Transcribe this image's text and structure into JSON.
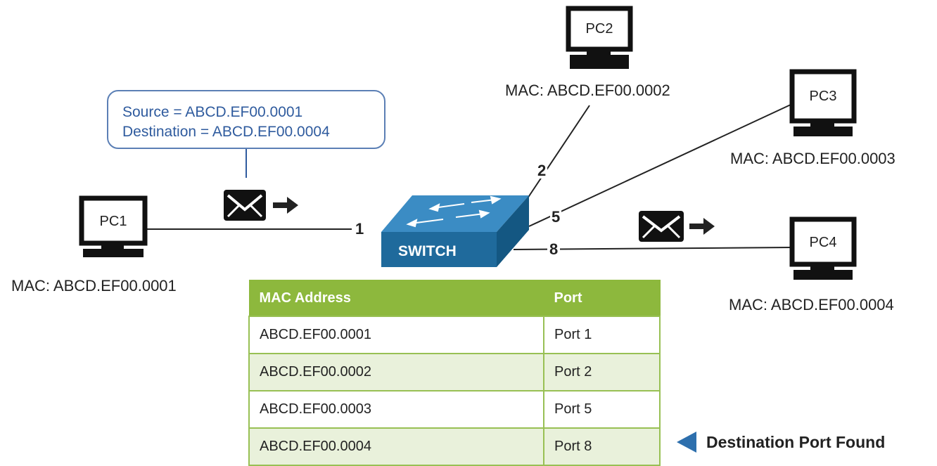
{
  "devices": [
    {
      "name": "PC1",
      "mac": "MAC: ABCD.EF00.0001"
    },
    {
      "name": "PC2",
      "mac": "MAC: ABCD.EF00.0002"
    },
    {
      "name": "PC3",
      "mac": "MAC: ABCD.EF00.0003"
    },
    {
      "name": "PC4",
      "mac": "MAC: ABCD.EF00.0004"
    }
  ],
  "switch_label": "SWITCH",
  "ports": [
    "1",
    "2",
    "5",
    "8"
  ],
  "frame": {
    "source": "Source = ABCD.EF00.0001",
    "destination": "Destination = ABCD.EF00.0004"
  },
  "mac_table": {
    "headers": [
      "MAC Address",
      "Port"
    ],
    "rows": [
      [
        "ABCD.EF00.0001",
        "Port 1"
      ],
      [
        "ABCD.EF00.0002",
        "Port 2"
      ],
      [
        "ABCD.EF00.0003",
        "Port 5"
      ],
      [
        "ABCD.EF00.0004",
        "Port 8"
      ]
    ]
  },
  "status": "Destination Port Found",
  "colors": {
    "table_header": "#8db83d",
    "table_border": "#98c054",
    "row_alt": "#e9f1db",
    "switch": "#1f6a9c",
    "callout": "#5b7fb5",
    "status_arrow": "#2d6fad"
  },
  "icons": [
    "envelope-icon",
    "arrow-right-icon",
    "pc-monitor-icon",
    "switch-icon"
  ]
}
